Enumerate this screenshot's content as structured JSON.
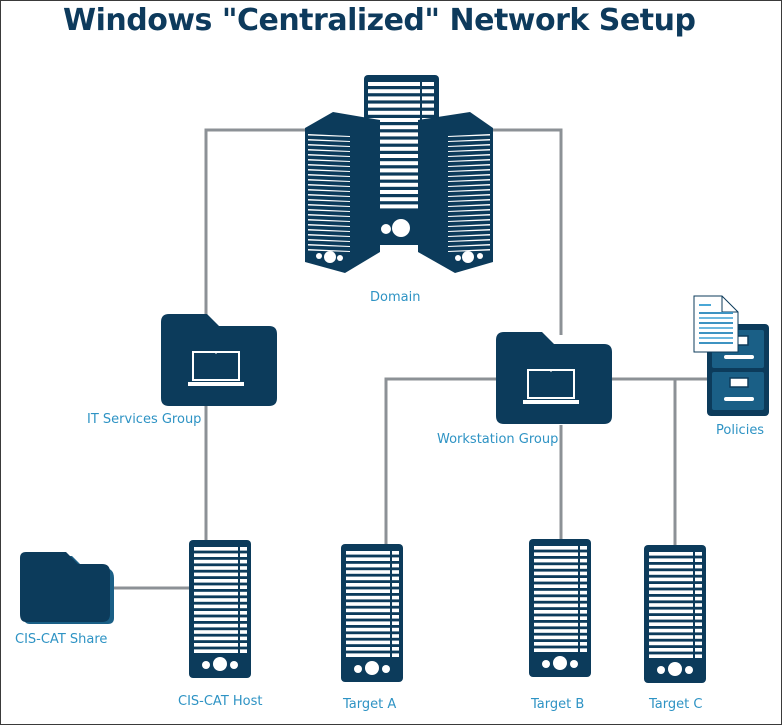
{
  "title": "Windows \"Centralized\" Network Setup",
  "colors": {
    "title": "#0d3a5c",
    "icon_fill": "#0c3b5b",
    "icon_accent": "#1a5f86",
    "label": "#2e93c4",
    "connector": "#8c9196",
    "border": "#3a3a3a"
  },
  "nodes": {
    "domain": {
      "label": "Domain",
      "icon": "server-cluster-icon"
    },
    "it_services_group": {
      "label": "IT Services Group",
      "icon": "folder-laptop-icon"
    },
    "workstation_group": {
      "label": "Workstation Group",
      "icon": "folder-laptop-icon"
    },
    "policies": {
      "label": "Policies",
      "icon": "filing-cabinet-document-icon"
    },
    "cis_cat_share": {
      "label": "CIS-CAT Share",
      "icon": "folder-icon"
    },
    "cis_cat_host": {
      "label": "CIS-CAT Host",
      "icon": "server-icon"
    },
    "target_a": {
      "label": "Target A",
      "icon": "server-icon"
    },
    "target_b": {
      "label": "Target B",
      "icon": "server-icon"
    },
    "target_c": {
      "label": "Target C",
      "icon": "server-icon"
    }
  },
  "edges": [
    [
      "domain",
      "it_services_group"
    ],
    [
      "domain",
      "workstation_group"
    ],
    [
      "it_services_group",
      "cis_cat_host"
    ],
    [
      "cis_cat_share",
      "cis_cat_host"
    ],
    [
      "workstation_group",
      "target_a"
    ],
    [
      "workstation_group",
      "target_b"
    ],
    [
      "workstation_group",
      "target_c"
    ],
    [
      "workstation_group",
      "policies"
    ]
  ]
}
